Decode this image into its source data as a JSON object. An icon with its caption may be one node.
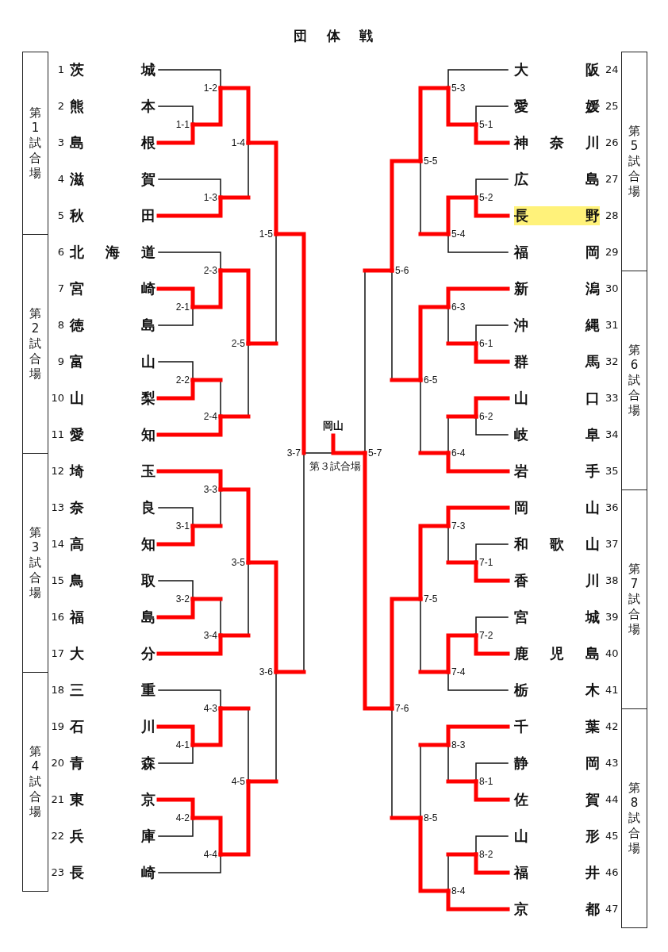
{
  "diagram": {
    "title": "団体戦",
    "nodes": [
      {
        "text": [
          "茨城"
        ],
        "beside": [
          "1"
        ]
      },
      {
        "text": [
          "熊本"
        ],
        "beside": [
          "2"
        ]
      },
      {
        "text": [
          "島根"
        ],
        "beside": [
          "3"
        ]
      },
      {
        "text": [
          "滋賀"
        ],
        "beside": [
          "4"
        ]
      },
      {
        "text": [
          "秋田"
        ],
        "beside": [
          "5"
        ]
      },
      {
        "text": [
          "北海道"
        ],
        "beside": [
          "6"
        ]
      },
      {
        "text": [
          "宮崎"
        ],
        "beside": [
          "7"
        ]
      },
      {
        "text": [
          "徳島"
        ],
        "beside": [
          "8"
        ]
      },
      {
        "text": [
          "富山"
        ],
        "beside": [
          "9"
        ]
      },
      {
        "text": [
          "山梨"
        ],
        "beside": [
          "10"
        ]
      },
      {
        "text": [
          "愛知"
        ],
        "beside": [
          "11"
        ]
      },
      {
        "text": [
          "埼玉"
        ],
        "beside": [
          "12"
        ]
      },
      {
        "text": [
          "奈良"
        ],
        "beside": [
          "13"
        ]
      },
      {
        "text": [
          "高知"
        ],
        "beside": [
          "14"
        ]
      },
      {
        "text": [
          "鳥取"
        ],
        "beside": [
          "15"
        ]
      },
      {
        "text": [
          "福島"
        ],
        "beside": [
          "16"
        ]
      },
      {
        "text": [
          "大分"
        ],
        "beside": [
          "17"
        ]
      },
      {
        "text": [
          "三重"
        ],
        "beside": [
          "18"
        ]
      },
      {
        "text": [
          "石川"
        ],
        "beside": [
          "19"
        ]
      },
      {
        "text": [
          "青森"
        ],
        "beside": [
          "20"
        ]
      },
      {
        "text": [
          "東京"
        ],
        "beside": [
          "21"
        ]
      },
      {
        "text": [
          "兵庫"
        ],
        "beside": [
          "22"
        ]
      },
      {
        "text": [
          "長崎"
        ],
        "beside": [
          "23"
        ]
      },
      {
        "text": [
          "大阪"
        ],
        "beside": [
          "24"
        ]
      },
      {
        "text": [
          "愛媛"
        ],
        "beside": [
          "25"
        ]
      },
      {
        "text": [
          "神奈川"
        ],
        "beside": [
          "26"
        ]
      },
      {
        "text": [
          "広島"
        ],
        "beside": [
          "27"
        ]
      },
      {
        "text": [
          "長野"
        ],
        "beside": [
          "28"
        ]
      },
      {
        "text": [
          "福岡"
        ],
        "beside": [
          "29"
        ]
      },
      {
        "text": [
          "新潟"
        ],
        "beside": [
          "30"
        ]
      },
      {
        "text": [
          "沖縄"
        ],
        "beside": [
          "31"
        ]
      },
      {
        "text": [
          "群馬"
        ],
        "beside": [
          "32"
        ]
      },
      {
        "text": [
          "山口"
        ],
        "beside": [
          "33"
        ]
      },
      {
        "text": [
          "岐阜"
        ],
        "beside": [
          "34"
        ]
      },
      {
        "text": [
          "岩手"
        ],
        "beside": [
          "35"
        ]
      },
      {
        "text": [
          "岡山"
        ],
        "beside": [
          "36"
        ]
      },
      {
        "text": [
          "和歌山"
        ],
        "beside": [
          "37"
        ]
      },
      {
        "text": [
          "香川"
        ],
        "beside": [
          "38"
        ]
      },
      {
        "text": [
          "宮城"
        ],
        "beside": [
          "39"
        ]
      },
      {
        "text": [
          "鹿児島"
        ],
        "beside": [
          "40"
        ]
      },
      {
        "text": [
          "栃木"
        ],
        "beside": [
          "41"
        ]
      },
      {
        "text": [
          "千葉"
        ],
        "beside": [
          "42"
        ]
      },
      {
        "text": [
          "静岡"
        ],
        "beside": [
          "43"
        ]
      },
      {
        "text": [
          "佐賀"
        ],
        "beside": [
          "44"
        ]
      },
      {
        "text": [
          "山形"
        ],
        "beside": [
          "45"
        ]
      },
      {
        "text": [
          "福井"
        ],
        "beside": [
          "46"
        ]
      },
      {
        "text": [
          "京都"
        ],
        "beside": [
          "47"
        ]
      },
      {
        "text": [
          "第1試合場"
        ]
      },
      {
        "text": [
          "第2試合場"
        ]
      },
      {
        "text": [
          "第3試合場"
        ]
      },
      {
        "text": [
          "第4試合場"
        ]
      },
      {
        "text": [
          "第5試合場"
        ]
      },
      {
        "text": [
          "第6試合場"
        ]
      },
      {
        "text": [
          "第7試合場"
        ]
      },
      {
        "text": [
          "第8試合場"
        ]
      },
      {
        "text": [
          "1-1"
        ]
      },
      {
        "text": [
          "1-2"
        ]
      },
      {
        "text": [
          "1-3"
        ]
      },
      {
        "text": [
          "1-4"
        ]
      },
      {
        "text": [
          "1-5"
        ]
      },
      {
        "text": [
          "2-1"
        ]
      },
      {
        "text": [
          "2-2"
        ]
      },
      {
        "text": [
          "2-3"
        ]
      },
      {
        "text": [
          "2-4"
        ]
      },
      {
        "text": [
          "2-5"
        ]
      },
      {
        "text": [
          "3-1"
        ]
      },
      {
        "text": [
          "3-2"
        ]
      },
      {
        "text": [
          "3-3"
        ]
      },
      {
        "text": [
          "3-4"
        ]
      },
      {
        "text": [
          "3-5"
        ]
      },
      {
        "text": [
          "3-6"
        ]
      },
      {
        "text": [
          "3-7"
        ]
      },
      {
        "text": [
          "4-1"
        ]
      },
      {
        "text": [
          "4-2"
        ]
      },
      {
        "text": [
          "4-3"
        ]
      },
      {
        "text": [
          "4-4"
        ]
      },
      {
        "text": [
          "4-5"
        ]
      },
      {
        "text": [
          "5-1"
        ]
      },
      {
        "text": [
          "5-2"
        ]
      },
      {
        "text": [
          "5-3"
        ]
      },
      {
        "text": [
          "5-4"
        ]
      },
      {
        "text": [
          "5-5"
        ]
      },
      {
        "text": [
          "5-6"
        ]
      },
      {
        "text": [
          "5-7"
        ]
      },
      {
        "text": [
          "6-1"
        ]
      },
      {
        "text": [
          "6-2"
        ]
      },
      {
        "text": [
          "6-3"
        ]
      },
      {
        "text": [
          "6-4"
        ]
      },
      {
        "text": [
          "6-5"
        ]
      },
      {
        "text": [
          "7-1"
        ]
      },
      {
        "text": [
          "7-2"
        ]
      },
      {
        "text": [
          "7-3"
        ]
      },
      {
        "text": [
          "7-4"
        ]
      },
      {
        "text": [
          "7-5"
        ]
      },
      {
        "text": [
          "7-6"
        ]
      },
      {
        "text": [
          "8-1"
        ]
      },
      {
        "text": [
          "8-2"
        ]
      },
      {
        "text": [
          "8-3"
        ]
      },
      {
        "text": [
          "8-4"
        ]
      },
      {
        "text": [
          "8-5"
        ]
      },
      {
        "text": [
          "岡山"
        ]
      }
    ],
    "edges": [
      {
        "from": 1,
        "to": 55,
        "arrow": "none"
      },
      {
        "from": 2,
        "to": 55,
        "arrow": "none",
        "style": "thick",
        "color": "#ff0000"
      },
      {
        "from": 0,
        "to": 56,
        "arrow": "none"
      },
      {
        "from": 55,
        "to": 56,
        "arrow": "none",
        "style": "thick",
        "color": "#ff0000"
      },
      {
        "from": 3,
        "to": 57,
        "arrow": "none"
      },
      {
        "from": 4,
        "to": 57,
        "arrow": "none",
        "style": "thick",
        "color": "#ff0000"
      },
      {
        "from": 56,
        "to": 58,
        "arrow": "none",
        "style": "thick",
        "color": "#ff0000"
      },
      {
        "from": 57,
        "to": 58,
        "arrow": "none"
      },
      {
        "from": 58,
        "to": 59,
        "arrow": "none",
        "style": "thick",
        "color": "#ff0000"
      },
      {
        "from": 64,
        "to": 59,
        "arrow": "none"
      },
      {
        "from": 6,
        "to": 60,
        "arrow": "none",
        "style": "thick",
        "color": "#ff0000"
      },
      {
        "from": 7,
        "to": 60,
        "arrow": "none"
      },
      {
        "from": 8,
        "to": 61,
        "arrow": "none"
      },
      {
        "from": 9,
        "to": 61,
        "arrow": "none",
        "style": "thick",
        "color": "#ff0000"
      },
      {
        "from": 5,
        "to": 62,
        "arrow": "none"
      },
      {
        "from": 60,
        "to": 62,
        "arrow": "none",
        "style": "thick",
        "color": "#ff0000"
      },
      {
        "from": 61,
        "to": 63,
        "arrow": "none"
      },
      {
        "from": 10,
        "to": 63,
        "arrow": "none",
        "style": "thick",
        "color": "#ff0000"
      },
      {
        "from": 62,
        "to": 64,
        "arrow": "none",
        "style": "thick",
        "color": "#ff0000"
      },
      {
        "from": 63,
        "to": 64,
        "arrow": "none"
      },
      {
        "from": 12,
        "to": 65,
        "arrow": "none"
      },
      {
        "from": 13,
        "to": 65,
        "arrow": "none",
        "style": "thick",
        "color": "#ff0000"
      },
      {
        "from": 14,
        "to": 66,
        "arrow": "none"
      },
      {
        "from": 15,
        "to": 66,
        "arrow": "none",
        "style": "thick",
        "color": "#ff0000"
      },
      {
        "from": 11,
        "to": 67,
        "arrow": "none",
        "style": "thick",
        "color": "#ff0000"
      },
      {
        "from": 65,
        "to": 67,
        "arrow": "none"
      },
      {
        "from": 66,
        "to": 68,
        "arrow": "none"
      },
      {
        "from": 16,
        "to": 68,
        "arrow": "none",
        "style": "thick",
        "color": "#ff0000"
      },
      {
        "from": 67,
        "to": 69,
        "arrow": "none",
        "style": "thick",
        "color": "#ff0000"
      },
      {
        "from": 68,
        "to": 69,
        "arrow": "none"
      },
      {
        "from": 69,
        "to": 70,
        "arrow": "none",
        "style": "thick",
        "color": "#ff0000"
      },
      {
        "from": 76,
        "to": 70,
        "arrow": "none"
      },
      {
        "from": 59,
        "to": 71,
        "arrow": "none",
        "style": "thick",
        "color": "#ff0000"
      },
      {
        "from": 70,
        "to": 71,
        "arrow": "none"
      },
      {
        "from": 18,
        "to": 72,
        "arrow": "none",
        "style": "thick",
        "color": "#ff0000"
      },
      {
        "from": 19,
        "to": 72,
        "arrow": "none"
      },
      {
        "from": 20,
        "to": 73,
        "arrow": "none",
        "style": "thick",
        "color": "#ff0000"
      },
      {
        "from": 21,
        "to": 73,
        "arrow": "none"
      },
      {
        "from": 17,
        "to": 74,
        "arrow": "none"
      },
      {
        "from": 72,
        "to": 74,
        "arrow": "none",
        "style": "thick",
        "color": "#ff0000"
      },
      {
        "from": 73,
        "to": 75,
        "arrow": "none",
        "style": "thick",
        "color": "#ff0000"
      },
      {
        "from": 22,
        "to": 75,
        "arrow": "none"
      },
      {
        "from": 74,
        "to": 76,
        "arrow": "none"
      },
      {
        "from": 75,
        "to": 76,
        "arrow": "none",
        "style": "thick",
        "color": "#ff0000"
      },
      {
        "from": 24,
        "to": 77,
        "arrow": "none"
      },
      {
        "from": 25,
        "to": 77,
        "arrow": "none",
        "style": "thick",
        "color": "#ff0000"
      },
      {
        "from": 26,
        "to": 78,
        "arrow": "none"
      },
      {
        "from": 27,
        "to": 78,
        "arrow": "none",
        "style": "thick",
        "color": "#ff0000"
      },
      {
        "from": 23,
        "to": 79,
        "arrow": "none"
      },
      {
        "from": 77,
        "to": 79,
        "arrow": "none",
        "style": "thick",
        "color": "#ff0000"
      },
      {
        "from": 78,
        "to": 80,
        "arrow": "none",
        "style": "thick",
        "color": "#ff0000"
      },
      {
        "from": 28,
        "to": 80,
        "arrow": "none"
      },
      {
        "from": 79,
        "to": 81,
        "arrow": "none",
        "style": "thick",
        "color": "#ff0000"
      },
      {
        "from": 80,
        "to": 81,
        "arrow": "none"
      },
      {
        "from": 81,
        "to": 82,
        "arrow": "none",
        "style": "thick",
        "color": "#ff0000"
      },
      {
        "from": 88,
        "to": 82,
        "arrow": "none"
      },
      {
        "from": 82,
        "to": 83,
        "arrow": "none"
      },
      {
        "from": 94,
        "to": 83,
        "arrow": "none",
        "style": "thick",
        "color": "#ff0000"
      },
      {
        "from": 30,
        "to": 84,
        "arrow": "none"
      },
      {
        "from": 31,
        "to": 84,
        "arrow": "none",
        "style": "thick",
        "color": "#ff0000"
      },
      {
        "from": 32,
        "to": 85,
        "arrow": "none",
        "style": "thick",
        "color": "#ff0000"
      },
      {
        "from": 33,
        "to": 85,
        "arrow": "none"
      },
      {
        "from": 29,
        "to": 86,
        "arrow": "none",
        "style": "thick",
        "color": "#ff0000"
      },
      {
        "from": 84,
        "to": 86,
        "arrow": "none"
      },
      {
        "from": 85,
        "to": 87,
        "arrow": "none"
      },
      {
        "from": 34,
        "to": 87,
        "arrow": "none",
        "style": "thick",
        "color": "#ff0000"
      },
      {
        "from": 86,
        "to": 88,
        "arrow": "none",
        "style": "thick",
        "color": "#ff0000"
      },
      {
        "from": 87,
        "to": 88,
        "arrow": "none"
      },
      {
        "from": 36,
        "to": 89,
        "arrow": "none"
      },
      {
        "from": 37,
        "to": 89,
        "arrow": "none",
        "style": "thick",
        "color": "#ff0000"
      },
      {
        "from": 38,
        "to": 90,
        "arrow": "none"
      },
      {
        "from": 39,
        "to": 90,
        "arrow": "none",
        "style": "thick",
        "color": "#ff0000"
      },
      {
        "from": 35,
        "to": 91,
        "arrow": "none",
        "style": "thick",
        "color": "#ff0000"
      },
      {
        "from": 89,
        "to": 91,
        "arrow": "none"
      },
      {
        "from": 90,
        "to": 92,
        "arrow": "none",
        "style": "thick",
        "color": "#ff0000"
      },
      {
        "from": 40,
        "to": 92,
        "arrow": "none"
      },
      {
        "from": 91,
        "to": 93,
        "arrow": "none",
        "style": "thick",
        "color": "#ff0000"
      },
      {
        "from": 92,
        "to": 93,
        "arrow": "none"
      },
      {
        "from": 93,
        "to": 94,
        "arrow": "none",
        "style": "thick",
        "color": "#ff0000"
      },
      {
        "from": 99,
        "to": 94,
        "arrow": "none"
      },
      {
        "from": 42,
        "to": 95,
        "arrow": "none"
      },
      {
        "from": 43,
        "to": 95,
        "arrow": "none",
        "style": "thick",
        "color": "#ff0000"
      },
      {
        "from": 44,
        "to": 96,
        "arrow": "none"
      },
      {
        "from": 45,
        "to": 96,
        "arrow": "none",
        "style": "thick",
        "color": "#ff0000"
      },
      {
        "from": 41,
        "to": 97,
        "arrow": "none",
        "style": "thick",
        "color": "#ff0000"
      },
      {
        "from": 95,
        "to": 97,
        "arrow": "none"
      },
      {
        "from": 96,
        "to": 98,
        "arrow": "none"
      },
      {
        "from": 46,
        "to": 98,
        "arrow": "none",
        "style": "thick",
        "color": "#ff0000"
      },
      {
        "from": 97,
        "to": 99,
        "arrow": "none"
      },
      {
        "from": 98,
        "to": 99,
        "arrow": "none",
        "style": "thick",
        "color": "#ff0000"
      },
      {
        "from": 71,
        "to": 100,
        "arrow": "none"
      },
      {
        "from": 83,
        "to": 100,
        "arrow": "none",
        "style": "thick",
        "color": "#ff0000"
      }
    ],
    "labels": [
      "第３試合場"
    ]
  }
}
